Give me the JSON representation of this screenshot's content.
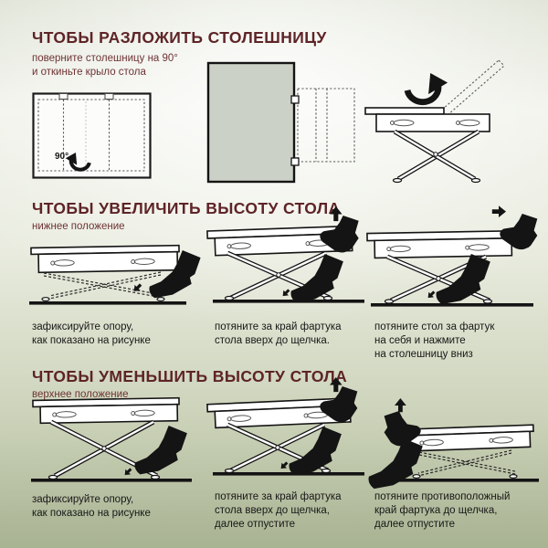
{
  "colors": {
    "accent": "#5e2427",
    "subtitle": "#6e3234",
    "caption": "#171717",
    "bg_bottom": "#a8b392",
    "panel_fill": "#ccd1c7"
  },
  "sections": [
    {
      "title": "ЧТОБЫ РАЗЛОЖИТЬ СТОЛЕШНИЦУ",
      "subtitle": "поверните столешницу на 90°\nи откиньте крыло стола",
      "rotation_label": "90°"
    },
    {
      "title": "ЧТОБЫ УВЕЛИЧИТЬ ВЫСОТУ СТОЛА",
      "subtitle": "нижнее положение",
      "captions": [
        "зафиксируйте опору,\nкак показано на рисунке",
        "потяните за край фартука\nстола вверх до щелчка.",
        "потяните стол за фартук\nна себя и нажмите\nна столешницу вниз"
      ]
    },
    {
      "title": "ЧТОБЫ УМЕНЬШИТЬ ВЫСОТУ СТОЛА",
      "subtitle": "верхнее положение",
      "captions": [
        "зафиксируйте опору,\nкак показано на рисунке",
        "потяните за край фартука\nстола вверх до щелчка,\nдалее отпустите",
        "потяните противоположный\nкрай фартука до щелчка,\nдалее отпустите"
      ]
    }
  ]
}
